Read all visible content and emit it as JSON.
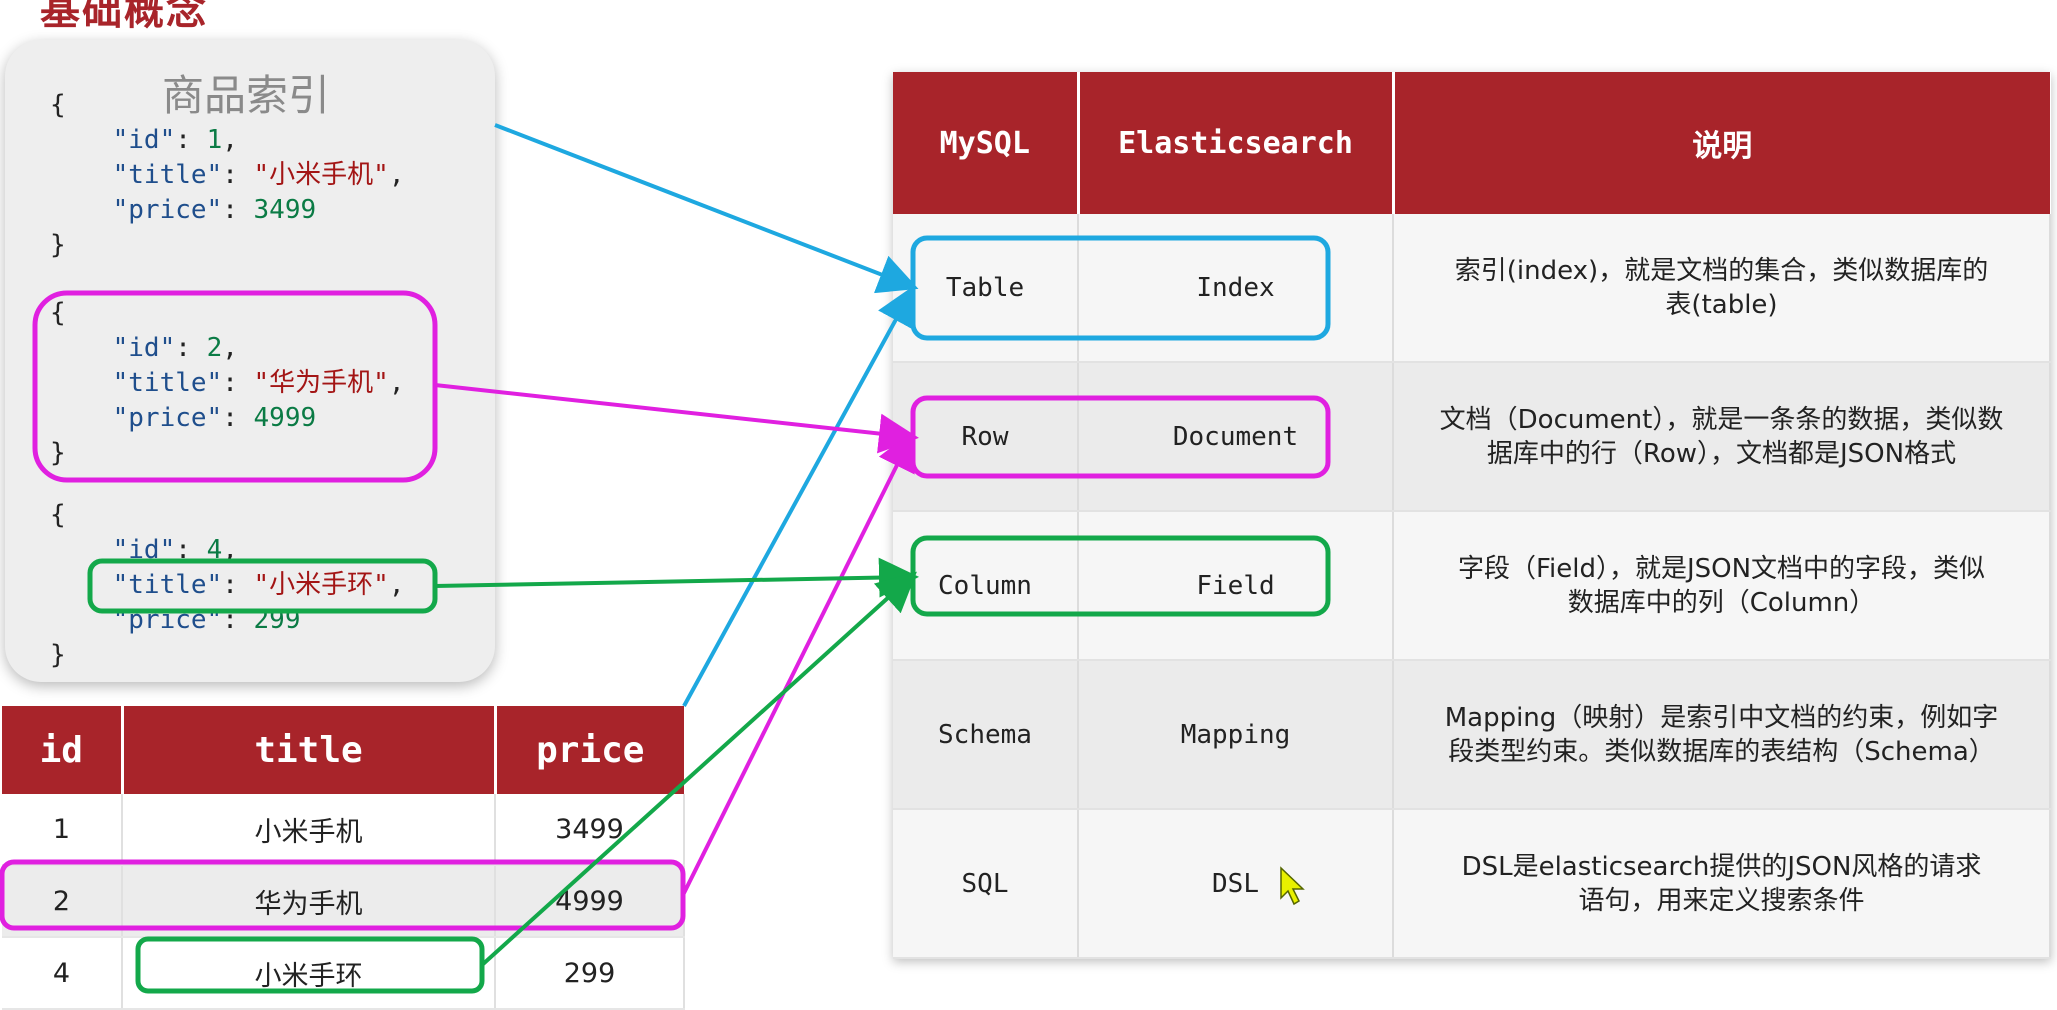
{
  "page_title": "基础概念",
  "doc_card": {
    "title": "商品索引",
    "docs": [
      {
        "id_key": "\"id\"",
        "id": "1",
        "title_key": "\"title\"",
        "title": "\"小米手机\"",
        "price_key": "\"price\"",
        "price": "3499"
      },
      {
        "id_key": "\"id\"",
        "id": "2",
        "title_key": "\"title\"",
        "title": "\"华为手机\"",
        "price_key": "\"price\"",
        "price": "4999"
      },
      {
        "id_key": "\"id\"",
        "id": "4",
        "title_key": "\"title\"",
        "title": "\"小米手环\"",
        "price_key": "\"price\"",
        "price": "299"
      }
    ]
  },
  "row_table": {
    "headers": [
      "id",
      "title",
      "price"
    ],
    "rows": [
      [
        "1",
        "小米手机",
        "3499"
      ],
      [
        "2",
        "华为手机",
        "4999"
      ],
      [
        "4",
        "小米手环",
        "299"
      ]
    ]
  },
  "concept_table": {
    "headers": [
      "MySQL",
      "Elasticsearch",
      "说明"
    ],
    "rows": [
      {
        "mysql": "Table",
        "es": "Index",
        "desc1": "索引(index)，就是文档的集合，类似数据库的",
        "desc2": "表(table)"
      },
      {
        "mysql": "Row",
        "es": "Document",
        "desc1": "文档（Document），就是一条条的数据，类似数",
        "desc2": "据库中的行（Row），文档都是JSON格式"
      },
      {
        "mysql": "Column",
        "es": "Field",
        "desc1": "字段（Field），就是JSON文档中的字段，类似",
        "desc2": "数据库中的列（Column）"
      },
      {
        "mysql": "Schema",
        "es": "Mapping",
        "desc1": "Mapping（映射）是索引中文档的约束，例如字",
        "desc2": "段类型约束。类似数据库的表结构（Schema）"
      },
      {
        "mysql": "SQL",
        "es": "DSL",
        "desc1": "DSL是elasticsearch提供的JSON风格的请求",
        "desc2": "语句，用来定义搜索条件"
      }
    ]
  },
  "colors": {
    "header_red": "#a8242a",
    "blue": "#1ea8e0",
    "magenta": "#e020e0",
    "green": "#13a84a"
  }
}
